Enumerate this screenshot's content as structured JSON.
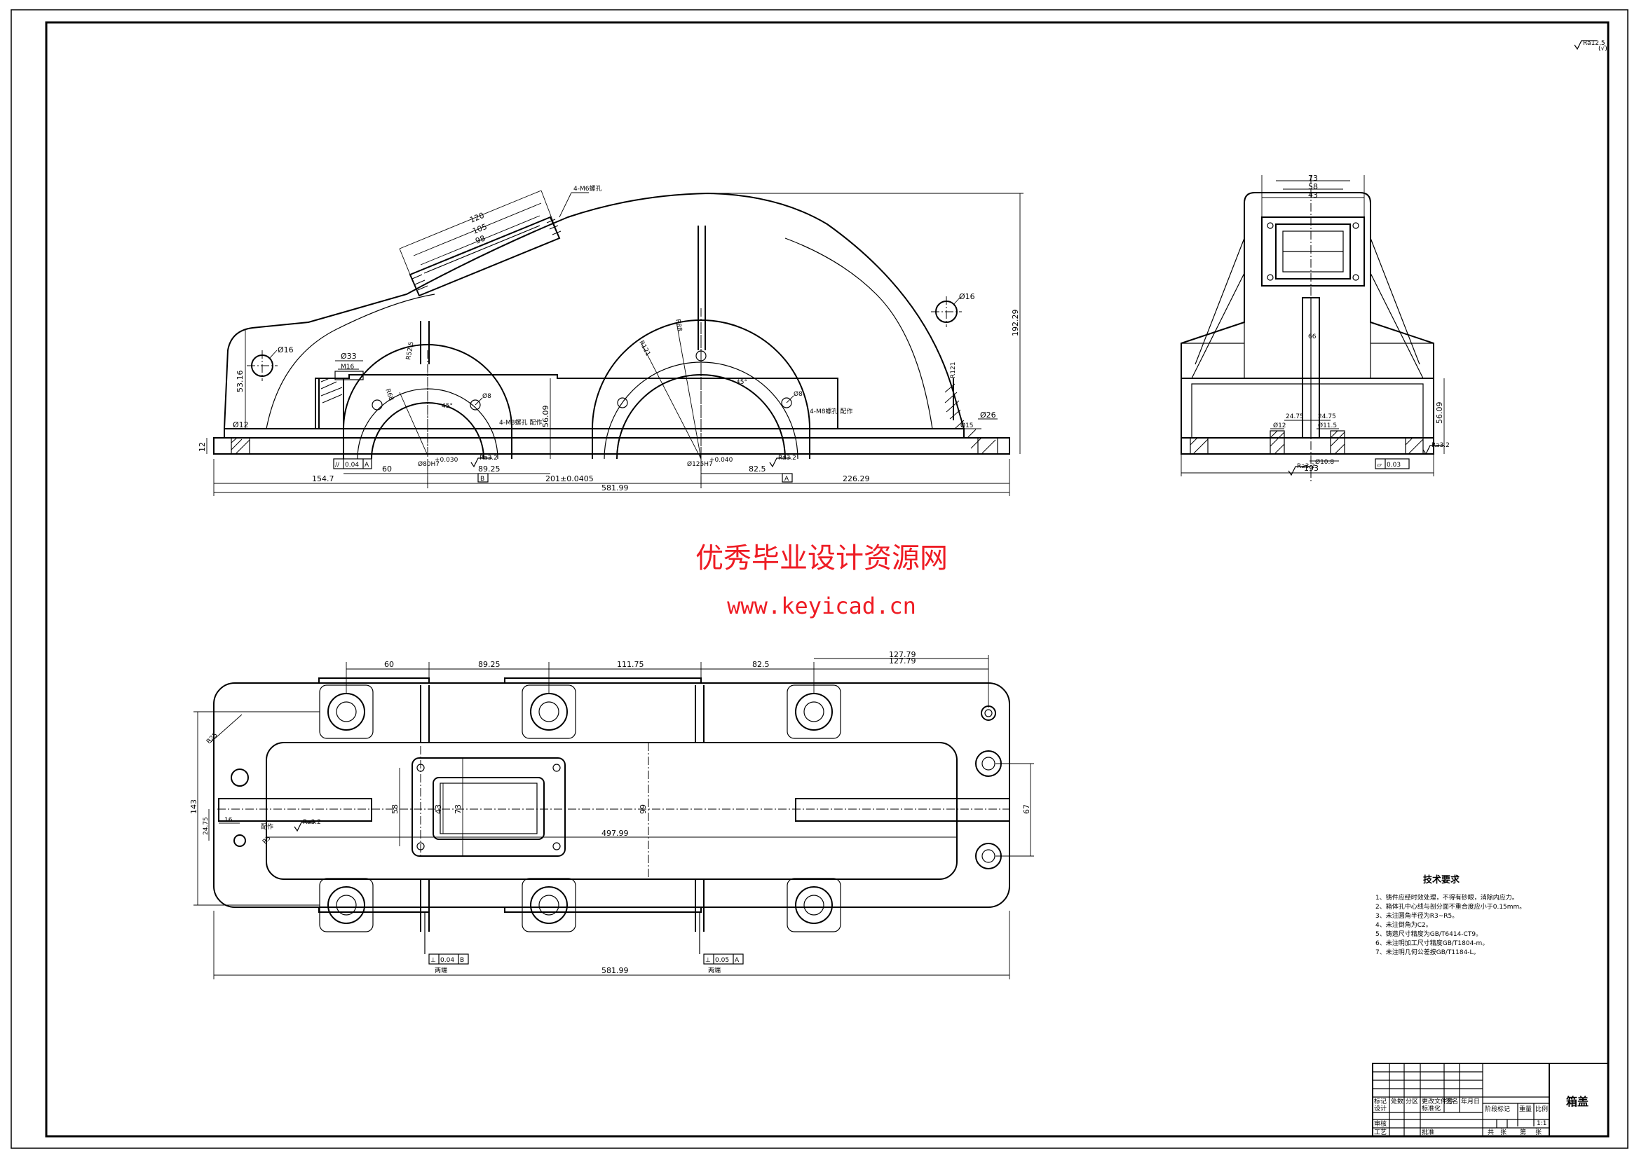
{
  "watermark": {
    "title": "优秀毕业设计资源网",
    "url": "www.keyicad.cn",
    "color": "#ee1c24"
  },
  "roughness_general": {
    "symbol": "Ra12.5",
    "note": "(√)"
  },
  "front_view": {
    "cover_dims": [
      "120",
      "105",
      "98"
    ],
    "vent_note": "4-M6螺孔",
    "hole_big": "Ø16",
    "hole_right": "Ø16",
    "hole_small": "Ø12",
    "spotface": "Ø33",
    "thread": "M16",
    "height_left": "53.16",
    "flange_th": "12",
    "radius_left": "R68",
    "radius_right": "R88",
    "angle_left": "45°",
    "angle_right": "45°",
    "hole_b1": "Ø8",
    "hole_b2": "Ø8",
    "rad_small": "R52.5",
    "rad_large": "R121",
    "bore_left": "Ø80H7",
    "bore_right": "Ø125H7",
    "bore_left_tol": "+0.030",
    "bore_right_tol": "+0.040",
    "note_left": "4-M8螺孔 配作",
    "note_right": "4-M8螺孔 配作",
    "ra_left": "Ra3.2",
    "ra_right": "Ra3.2",
    "ht_flange": "56.09",
    "ht_total": "192.29",
    "r_right_arc": "R121",
    "hole_bot": "Ø26",
    "hole_bot2": "Ø15",
    "gdt_par": "//",
    "gdt_par_val": "0.04",
    "gdt_par_ref": "A",
    "datum_b": "B",
    "datum_a": "A",
    "d60": "60",
    "d8925": "89.25",
    "d825": "82.5",
    "d1547": "154.7",
    "d201": "201±0.0405",
    "d22629": "226.29",
    "d58199": "581.99"
  },
  "side_view": {
    "d73": "73",
    "d58": "58",
    "d43": "43",
    "d66": "66",
    "d2475a": "24.75",
    "d2475b": "24.75",
    "d5609": "56.09",
    "hole_a": "Ø12",
    "hole_b": "Ø11.5",
    "hole_c": "Ø10.8",
    "ra_a": "Ra3.2",
    "ra_b": "Ra3.2",
    "d193": "193",
    "gdt_flat": "⏥",
    "gdt_flat_val": "0.03"
  },
  "top_view": {
    "d60": "60",
    "d8925": "89.25",
    "d11175": "111.75",
    "d825": "82.5",
    "d12779a": "127.79",
    "d12779b": "127.79",
    "d143": "143",
    "d2475": "24.75",
    "d16": "16",
    "d58": "58",
    "d43": "43",
    "d73": "73",
    "d99": "99",
    "d49799": "497.99",
    "d67": "67",
    "r_corner": "R25",
    "r_corner2": "R5",
    "ra": "Ra3.2",
    "hole_note": "配作",
    "gdt1_sym": "⊥",
    "gdt1_val": "0.04",
    "gdt1_ref": "B",
    "gdt2_sym": "⊥",
    "gdt2_val": "0.05",
    "gdt2_ref": "A",
    "gdt_note1": "两端",
    "gdt_note2": "两端",
    "d58199": "581.99"
  },
  "technical_requirements": {
    "title": "技术要求",
    "items": [
      "1、铸件应经时效处理，不得有砂眼，消除内应力。",
      "2、箱体孔中心线与剖分面不重合度应小于0.15mm。",
      "3、未注圆角半径为R3~R5。",
      "4、未注倒角为C2。",
      "5、铸造尺寸精度为GB/T6414-CT9。",
      "6、未注明加工尺寸精度GB/T1804-m。",
      "7、未注明几何公差按GB/T1184-L。"
    ]
  },
  "title_block": {
    "labels": [
      "标记",
      "处数",
      "分区",
      "更改文件号",
      "签名",
      "年月日",
      "设计",
      "标准化",
      "阶段标记",
      "重量",
      "比例",
      "审核",
      "工艺",
      "批准",
      "共",
      "张",
      "第",
      "张"
    ],
    "scale": "1:1",
    "part_name": "箱盖"
  }
}
